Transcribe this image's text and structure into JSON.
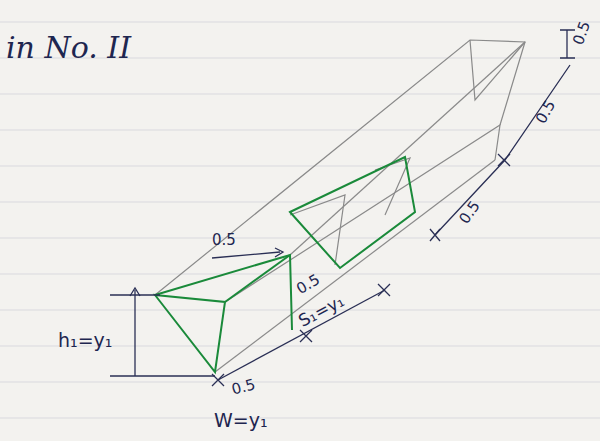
{
  "diagram": {
    "labels": [
      "in No. II",
      "0.5",
      "0.5",
      "0.5",
      "0.5",
      "0.5",
      "h₁=y₁",
      "S₁=y₁",
      "0.5",
      "W=y₁"
    ]
  }
}
